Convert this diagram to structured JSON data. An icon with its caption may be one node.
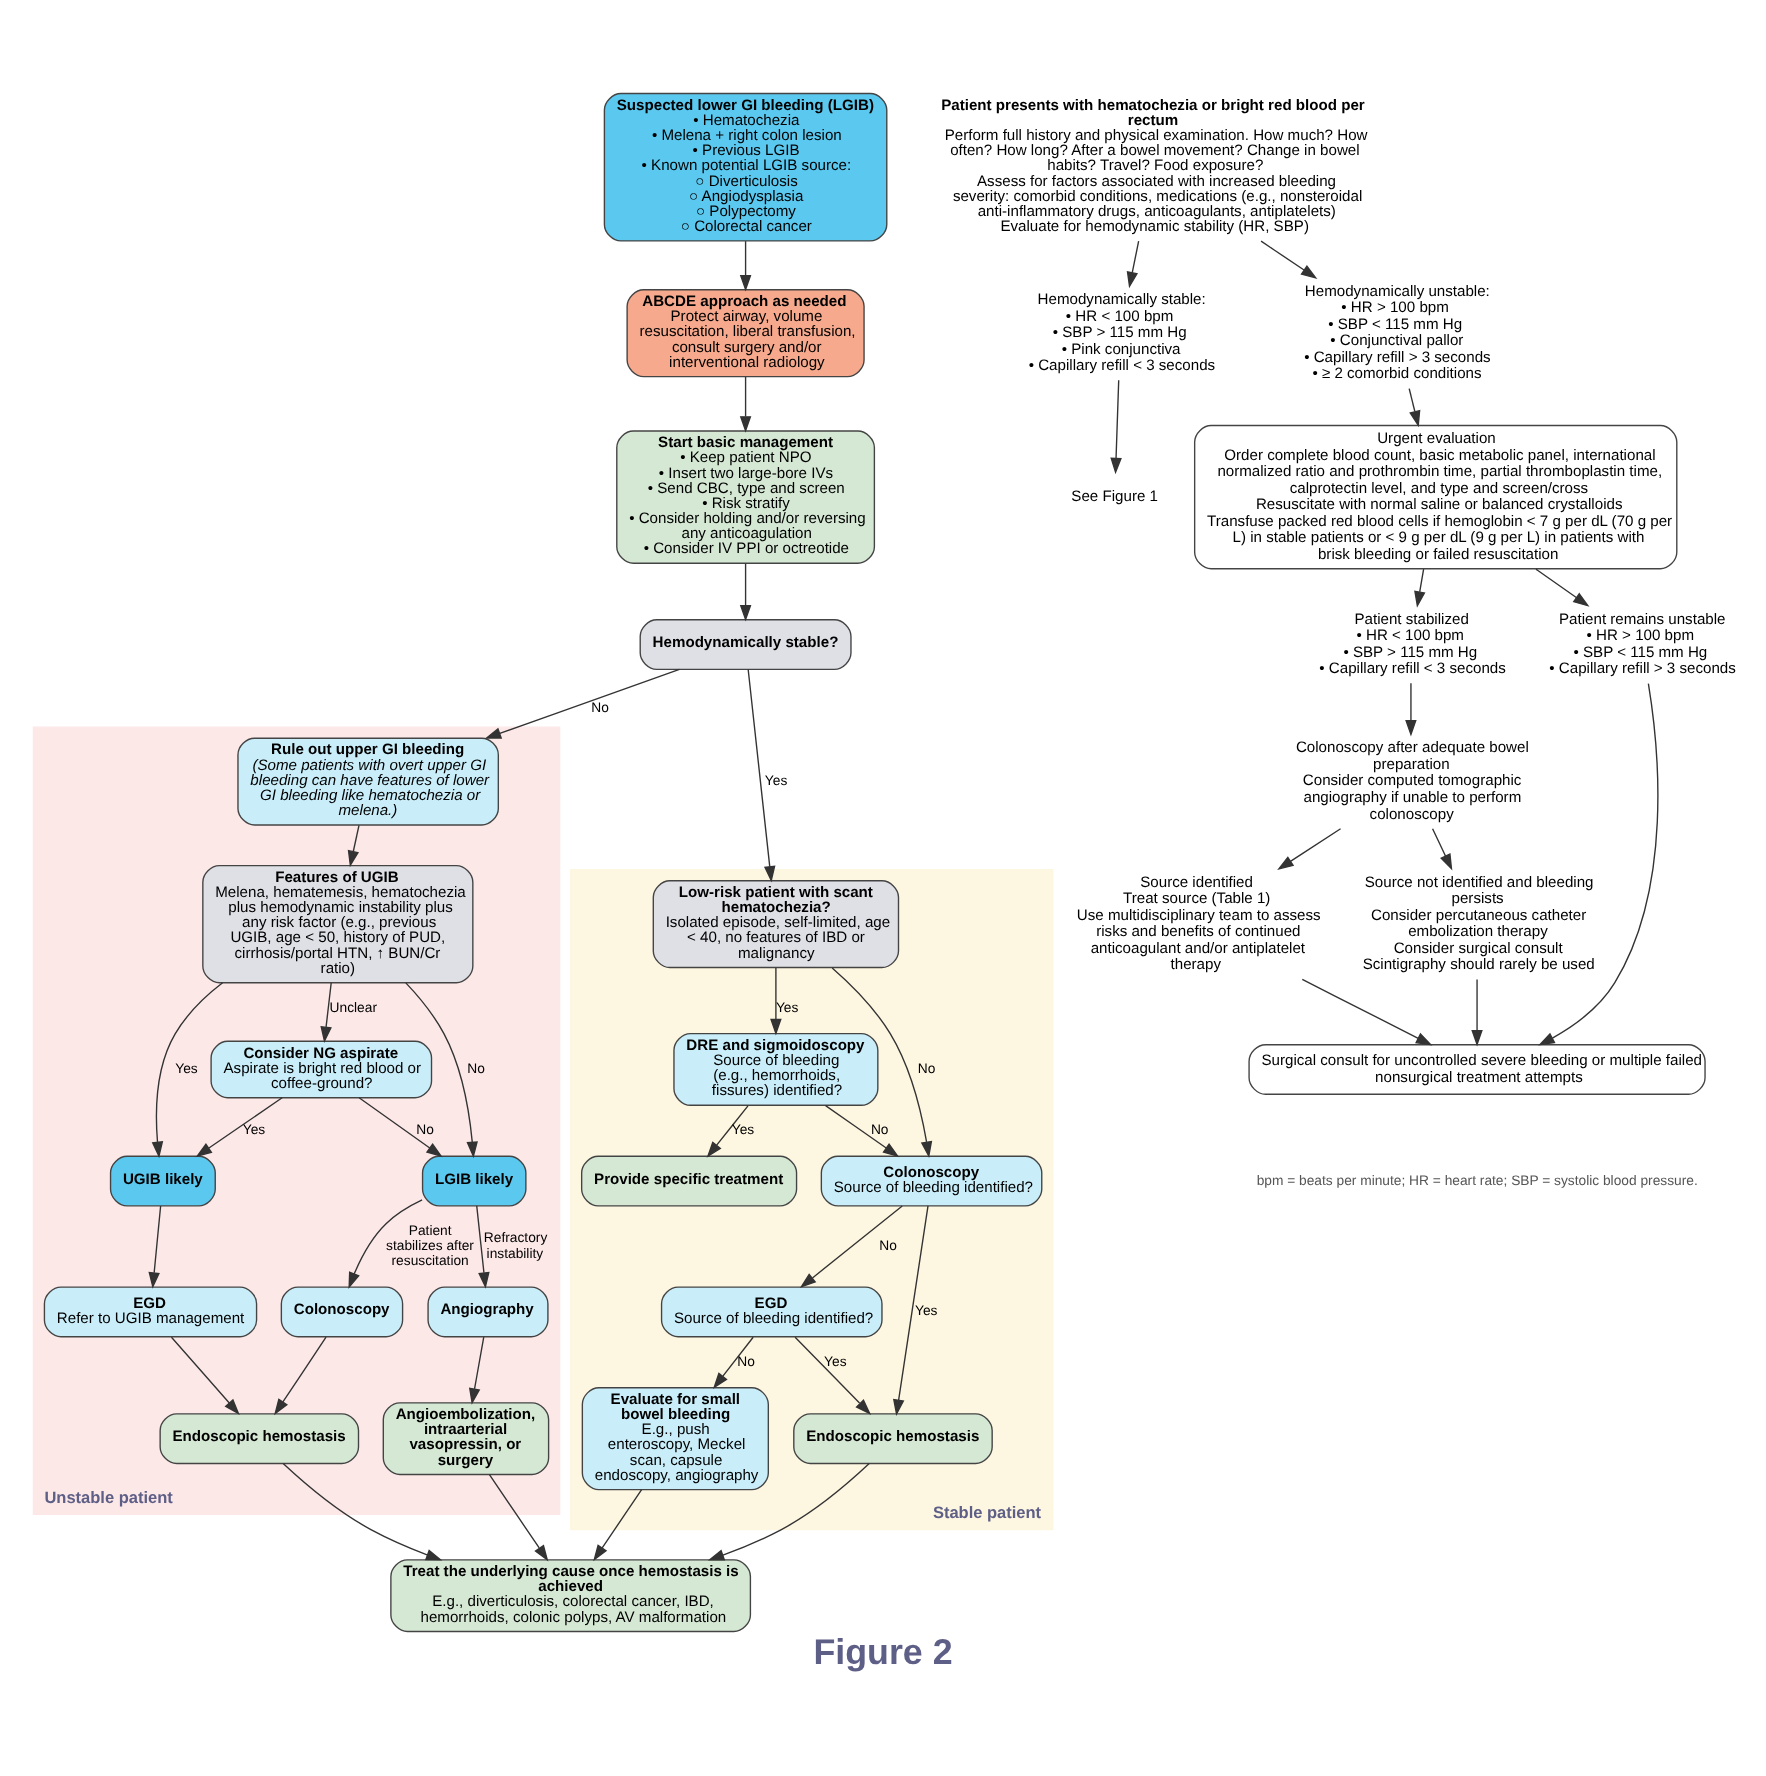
{
  "diagram": {
    "caption": "Figure 2",
    "nodes": [
      {
        "text": [
          "Suspected lower GI bleeding (LGIB)",
          "• Hematochezia",
          "• Melena + right colon lesion",
          "• Previous LGIB",
          "• Known potential LGIB source:",
          "○ Diverticulosis",
          "○ Angiodysplasia",
          "○ Polypectomy",
          "○ Colorectal cancer"
        ]
      },
      {
        "text": [
          "ABCDE approach as needed",
          "Protect airway, volume resuscitation, liberal transfusion, consult surgery and/or interventional radiology"
        ]
      },
      {
        "text": [
          "Start basic management",
          "• Keep patient NPO",
          "• Insert two large-bore IVs",
          "• Send CBC, type and screen",
          "• Risk stratify",
          "• Consider holding and/or reversing any anticoagulation",
          "• Consider IV PPI or octreotide"
        ]
      },
      {
        "text": [
          "Hemodynamically stable?"
        ]
      },
      {
        "text": [
          "Unstable patient"
        ]
      },
      {
        "text": [
          "Rule out upper GI bleeding",
          "(Some patients with overt upper GI bleeding can have features of lower GI bleeding like hematochezia or melena.)"
        ],
        "in": 4
      },
      {
        "text": [
          "Features of UGIB",
          "Melena, hematemesis, hematochezia plus hemodynamic instability plus any risk factor (e.g., previous UGIB, age < 50, history of PUD, cirrhosis/portal HTN, ↑ BUN/Cr ratio)"
        ],
        "in": 4
      },
      {
        "text": [
          "Consider NG aspirate",
          "Aspirate is bright red blood or coffee-ground?"
        ],
        "in": 4
      },
      {
        "text": [
          "UGIB likely"
        ],
        "in": 4
      },
      {
        "text": [
          "LGIB likely"
        ],
        "in": 4
      },
      {
        "text": [
          "EGD",
          "Refer to UGIB management"
        ],
        "in": 4
      },
      {
        "text": [
          "Colonoscopy"
        ],
        "in": 4
      },
      {
        "text": [
          "Angiography"
        ],
        "in": 4
      },
      {
        "text": [
          "Endoscopic hemostasis"
        ],
        "in": 4
      },
      {
        "text": [
          "Angioembolization, intraarterial vasopressin, or surgery"
        ],
        "in": 4
      },
      {
        "text": [
          "Stable patient"
        ]
      },
      {
        "text": [
          "Low-risk patient with scant hematochezia?",
          "Isolated episode, self-limited, age < 40, no features of IBD or malignancy"
        ],
        "in": 15
      },
      {
        "text": [
          "DRE and sigmoidoscopy",
          "Source of bleeding (e.g., hemorrhoids, fissures) identified?"
        ],
        "in": 15
      },
      {
        "text": [
          "Colonoscopy",
          "Source of bleeding identified?"
        ],
        "in": 15
      },
      {
        "text": [
          "Provide specific treatment"
        ],
        "in": 15
      },
      {
        "text": [
          "EGD",
          "Source of bleeding identified?"
        ],
        "in": 15
      },
      {
        "text": [
          "Evaluate for small bowel bleeding",
          "E.g., push enteroscopy, Meckel scan, capsule endoscopy, angiography"
        ],
        "in": 15
      },
      {
        "text": [
          "Endoscopic hemostasis"
        ],
        "in": 15
      },
      {
        "text": [
          "Treat the underlying cause once hemostasis is achieved",
          "E.g., diverticulosis, colorectal cancer, IBD, hemorrhoids, colonic polyps, AV malformation"
        ]
      },
      {
        "text": [
          "Patient presents with hematochezia or bright red blood per rectum",
          "Perform full history and physical examination. How much? How often? How long? After a bowel movement? Change in bowel habits? Travel? Food exposure?",
          "Assess for factors associated with increased bleeding severity: comorbid conditions, medications (e.g., nonsteroidal anti-inflammatory drugs, anticoagulants, antiplatelets)",
          "Evaluate for hemodynamic stability (HR, SBP)"
        ]
      },
      {
        "text": [
          "Hemodynamically stable:",
          "• HR < 100 bpm",
          "• SBP > 115 mm Hg",
          "• Pink conjunctiva",
          "• Capillary refill < 3 seconds"
        ]
      },
      {
        "text": [
          "Hemodynamically unstable:",
          "• HR > 100 bpm",
          "• SBP < 115 mm Hg",
          "• Conjunctival pallor",
          "• Capillary refill > 3 seconds",
          "• ≥ 2 comorbid conditions"
        ]
      },
      {
        "text": [
          "See Figure 1"
        ]
      },
      {
        "text": [
          "Urgent evaluation",
          "Order complete blood count, basic metabolic panel, international normalized ratio and prothrombin time, partial thromboplastin time, calprotectin level, and type and screen/cross",
          "Resuscitate with normal saline or balanced crystalloids",
          "Transfuse packed red blood cells if hemoglobin < 7 g per dL (70 g per L) in stable patients or < 9 g per dL (9 g per L) in patients with brisk bleeding or failed resuscitation"
        ]
      },
      {
        "text": [
          "Patient stabilized",
          "• HR < 100 bpm",
          "• SBP > 115 mm Hg",
          "• Capillary refill < 3 seconds"
        ]
      },
      {
        "text": [
          "Patient remains unstable",
          "• HR > 100 bpm",
          "• SBP < 115 mm Hg",
          "• Capillary refill > 3 seconds"
        ]
      },
      {
        "text": [
          "Colonoscopy after adequate bowel preparation",
          "Consider computed tomographic angiography if unable to perform colonoscopy"
        ]
      },
      {
        "text": [
          "Source identified",
          "Treat source (Table 1)",
          "Use multidisciplinary team to assess risks and benefits of continued anticoagulant and/or antiplatelet therapy"
        ]
      },
      {
        "text": [
          "Source not identified and bleeding persists",
          "Consider percutaneous catheter embolization therapy",
          "Consider surgical consult",
          "Scintigraphy should rarely be used"
        ]
      },
      {
        "text": [
          "Surgical consult for uncontrolled severe bleeding or multiple failed nonsurgical treatment attempts"
        ]
      }
    ],
    "edges": [
      {
        "from": 0,
        "to": 1,
        "arrow": "to"
      },
      {
        "from": 1,
        "to": 2,
        "arrow": "to"
      },
      {
        "from": 2,
        "to": 3,
        "arrow": "to"
      },
      {
        "from": 3,
        "to": 5,
        "arrow": "to",
        "label": "No"
      },
      {
        "from": 3,
        "to": 16,
        "arrow": "to",
        "label": "Yes"
      },
      {
        "from": 5,
        "to": 6,
        "arrow": "to"
      },
      {
        "from": 6,
        "to": 8,
        "arrow": "to",
        "label": "Yes"
      },
      {
        "from": 6,
        "to": 9,
        "arrow": "to",
        "label": "No"
      },
      {
        "from": 6,
        "to": 7,
        "arrow": "to",
        "label": "Unclear"
      },
      {
        "from": 7,
        "to": 8,
        "arrow": "to",
        "label": "Yes"
      },
      {
        "from": 7,
        "to": 9,
        "arrow": "to",
        "label": "No"
      },
      {
        "from": 8,
        "to": 10,
        "arrow": "to"
      },
      {
        "from": 9,
        "to": 11,
        "arrow": "to",
        "label": "Patient stabilizes after resuscitation"
      },
      {
        "from": 9,
        "to": 12,
        "arrow": "to",
        "label": "Refractory instability"
      },
      {
        "from": 10,
        "to": 13,
        "arrow": "to"
      },
      {
        "from": 11,
        "to": 13,
        "arrow": "to"
      },
      {
        "from": 12,
        "to": 14,
        "arrow": "to"
      },
      {
        "from": 16,
        "to": 18,
        "arrow": "to",
        "label": "No"
      },
      {
        "from": 16,
        "to": 17,
        "arrow": "to",
        "label": "Yes"
      },
      {
        "from": 17,
        "to": 19,
        "arrow": "to",
        "label": "Yes"
      },
      {
        "from": 17,
        "to": 18,
        "arrow": "to",
        "label": "No"
      },
      {
        "from": 18,
        "to": 22,
        "arrow": "to",
        "label": "Yes"
      },
      {
        "from": 18,
        "to": 20,
        "arrow": "to",
        "label": "No"
      },
      {
        "from": 20,
        "to": 22,
        "arrow": "to",
        "label": "Yes"
      },
      {
        "from": 20,
        "to": 21,
        "arrow": "to",
        "label": "No"
      },
      {
        "from": 13,
        "to": 23,
        "arrow": "to"
      },
      {
        "from": 14,
        "to": 23,
        "arrow": "to"
      },
      {
        "from": 21,
        "to": 23,
        "arrow": "to"
      },
      {
        "from": 22,
        "to": 23,
        "arrow": "to"
      },
      {
        "from": 24,
        "to": 25,
        "arrow": "to"
      },
      {
        "from": 24,
        "to": 26,
        "arrow": "to"
      },
      {
        "from": 25,
        "to": 27,
        "arrow": "to"
      },
      {
        "from": 26,
        "to": 28,
        "arrow": "to"
      },
      {
        "from": 28,
        "to": 29,
        "arrow": "to"
      },
      {
        "from": 28,
        "to": 30,
        "arrow": "to"
      },
      {
        "from": 29,
        "to": 31,
        "arrow": "to"
      },
      {
        "from": 31,
        "to": 32,
        "arrow": "to"
      },
      {
        "from": 31,
        "to": 33,
        "arrow": "to"
      },
      {
        "from": 32,
        "to": 34,
        "arrow": "to"
      },
      {
        "from": 33,
        "to": 34,
        "arrow": "to"
      },
      {
        "from": 30,
        "to": 34,
        "arrow": "to"
      }
    ],
    "labels": [
      "bpm = beats per minute; HR = heart rate; SBP = systolic blood pressure."
    ]
  }
}
